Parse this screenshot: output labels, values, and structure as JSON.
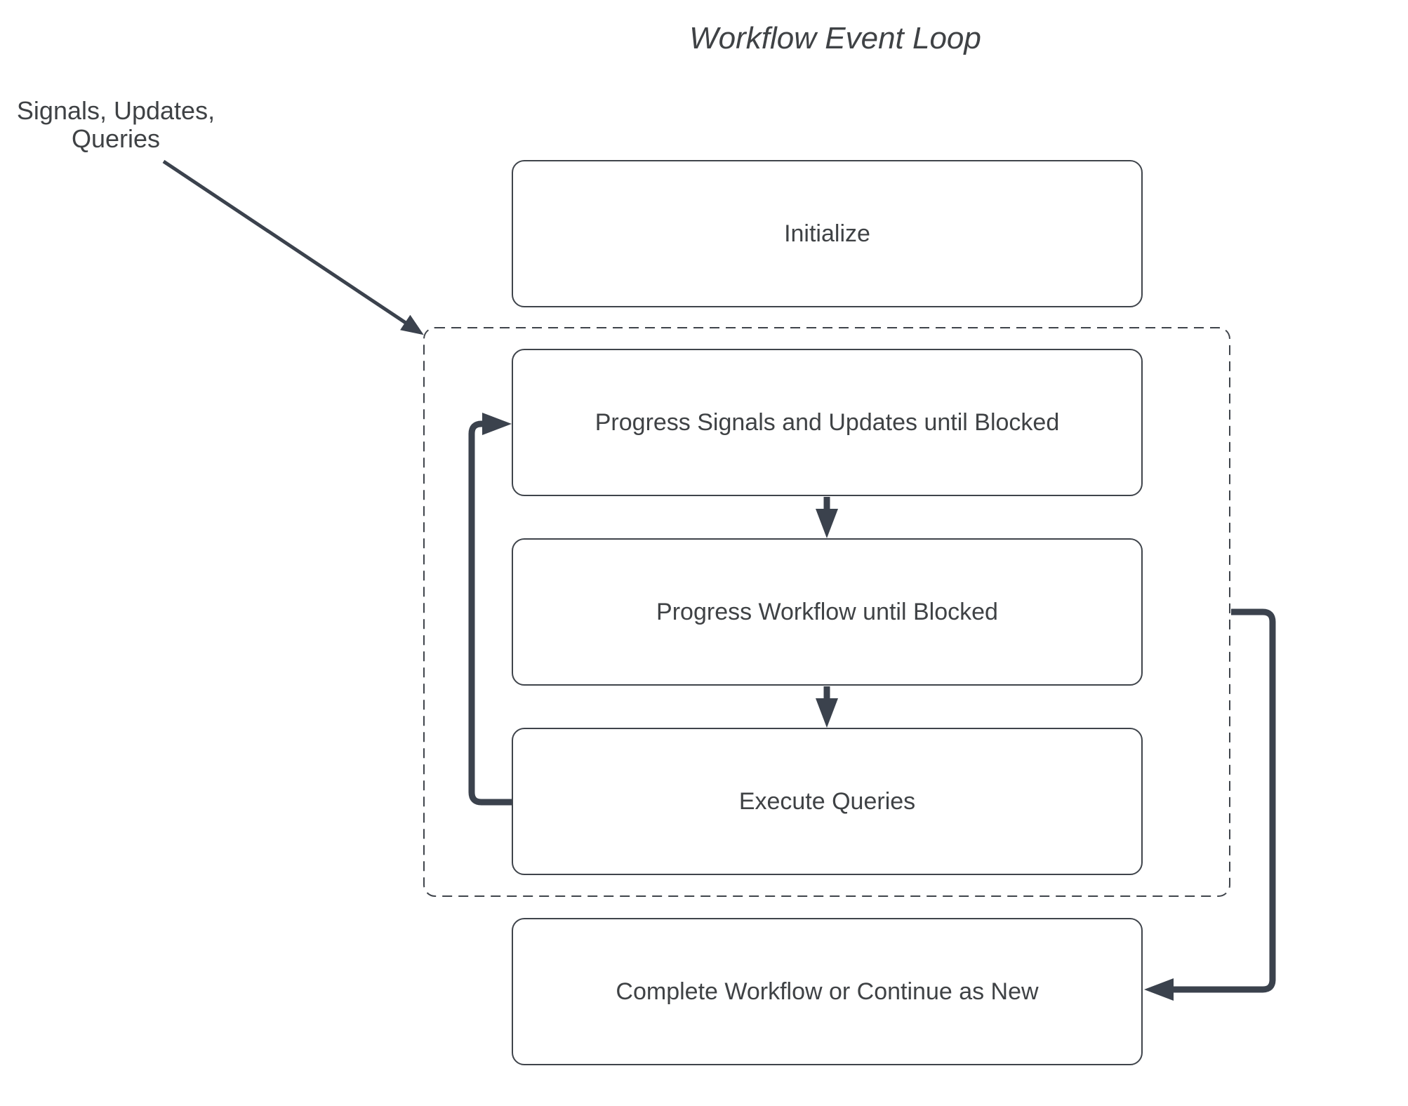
{
  "title": "Workflow Event Loop",
  "annotation": {
    "label": "Signals, Updates,\nQueries"
  },
  "nodes": {
    "initialize": "Initialize",
    "progress_signals": "Progress Signals and Updates until Blocked",
    "progress_workflow": "Progress Workflow until Blocked",
    "execute_queries": "Execute Queries",
    "complete": "Complete Workflow or Continue as New"
  },
  "connectors": {
    "signals_arrow": "annotation arrow into event loop boundary",
    "loop_boundary": "dashed event-loop container",
    "signals_to_workflow_arrow": "down arrow",
    "workflow_to_queries_arrow": "down arrow",
    "queries_back_to_signals_arrow": "left feedback loop arrow",
    "exit_to_complete_arrow": "right exit arrow"
  },
  "colors": {
    "arrow": "#3B424D",
    "border": "#3F444B",
    "text": "#3F4245",
    "bg": "#FFFFFF"
  }
}
